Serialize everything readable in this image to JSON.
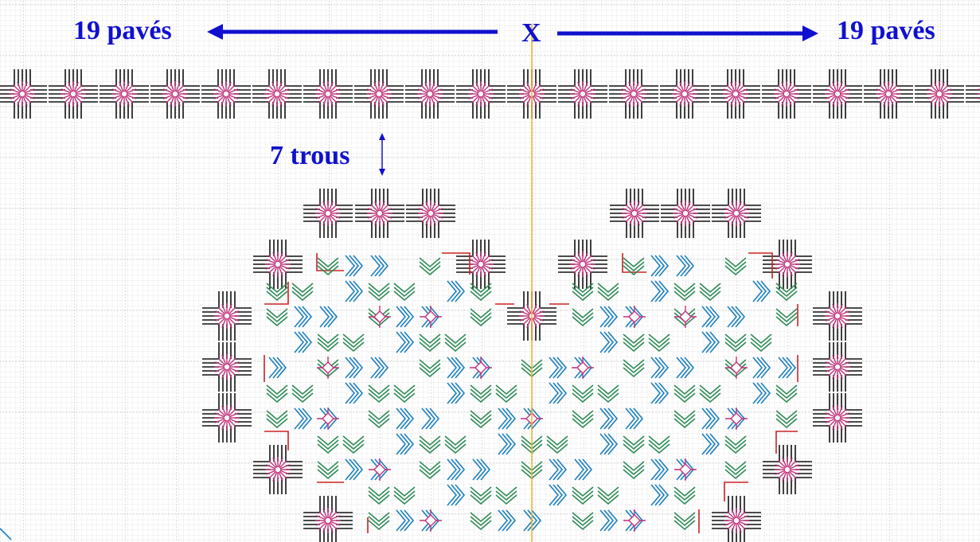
{
  "labels": {
    "left_count": "19 pavés",
    "center_mark": "X",
    "right_count": "19 pavés",
    "gap": "7 trous"
  },
  "colors": {
    "background": "#ffffff",
    "grid_minor": "#cfcfcf",
    "grid_major": "#a9a9a9",
    "thread_black": "#111111",
    "thread_pink": "#c0307a",
    "thread_blue": "#1a7fc0",
    "thread_green": "#2e8b57",
    "thread_red": "#cc2222",
    "annotation_blue": "#1010d0",
    "center_line": "#e8b820"
  },
  "diagram": {
    "border_blocks_per_side": 19
  }
}
